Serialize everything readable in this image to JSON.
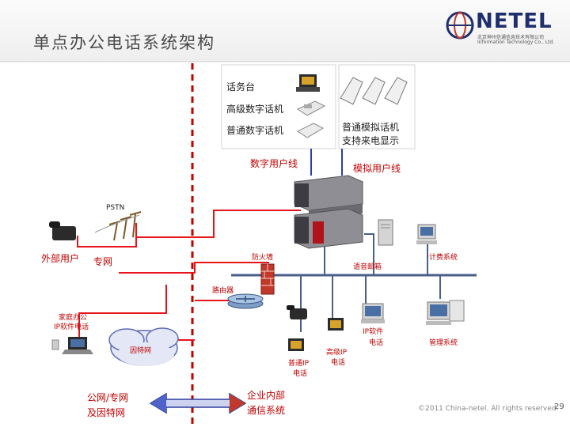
{
  "slide": {
    "title": "单点办公电话系统架构",
    "page_number": "29",
    "copyright": "©2011 China-netel. All rights reserved."
  },
  "logo": {
    "name": "NETEL",
    "subtitle_line1": "北京神州信通信息技术有限公司",
    "subtitle_line2": "Information Technology Co., Ltd."
  },
  "labels": {
    "operator_console": "话务台",
    "advanced_digital_phone": "高级数字话机",
    "normal_digital_phone": "普通数字话机",
    "analog_phone_line1": "普通模拟话机",
    "analog_phone_line2": "支持来电显示",
    "digital_user_line": "数字用户线",
    "analog_user_line": "模拟用户线",
    "pstn": "PSTN",
    "external_user": "外部用户",
    "private_network": "专网",
    "firewall": "防火墙",
    "voice_mail": "语音邮箱",
    "billing_system": "计费系统",
    "router": "路由器",
    "home_office_line1": "家庭办公",
    "home_office_line2": "IP软件电话",
    "internet": "因特网",
    "ip_soft_phone_line1": "IP软件",
    "ip_soft_phone_line2": "电话",
    "management_system": "管理系统",
    "normal_ip_phone_line1": "普通IP",
    "normal_ip_phone_line2": "电话",
    "advanced_ip_phone_line1": "高级IP",
    "advanced_ip_phone_line2": "电话",
    "public_network_line1": "公网/专网",
    "public_network_line2": "及因特网",
    "enterprise_comm_line1": "企业内部",
    "enterprise_comm_line2": "通信系统"
  },
  "colors": {
    "red_line": "#e8141b",
    "blue_line": "#2e3f9e",
    "dashed_divider": "#c00000",
    "lan_bus": "#4a5e8a",
    "cloud_fill": "#e4e7f6"
  }
}
